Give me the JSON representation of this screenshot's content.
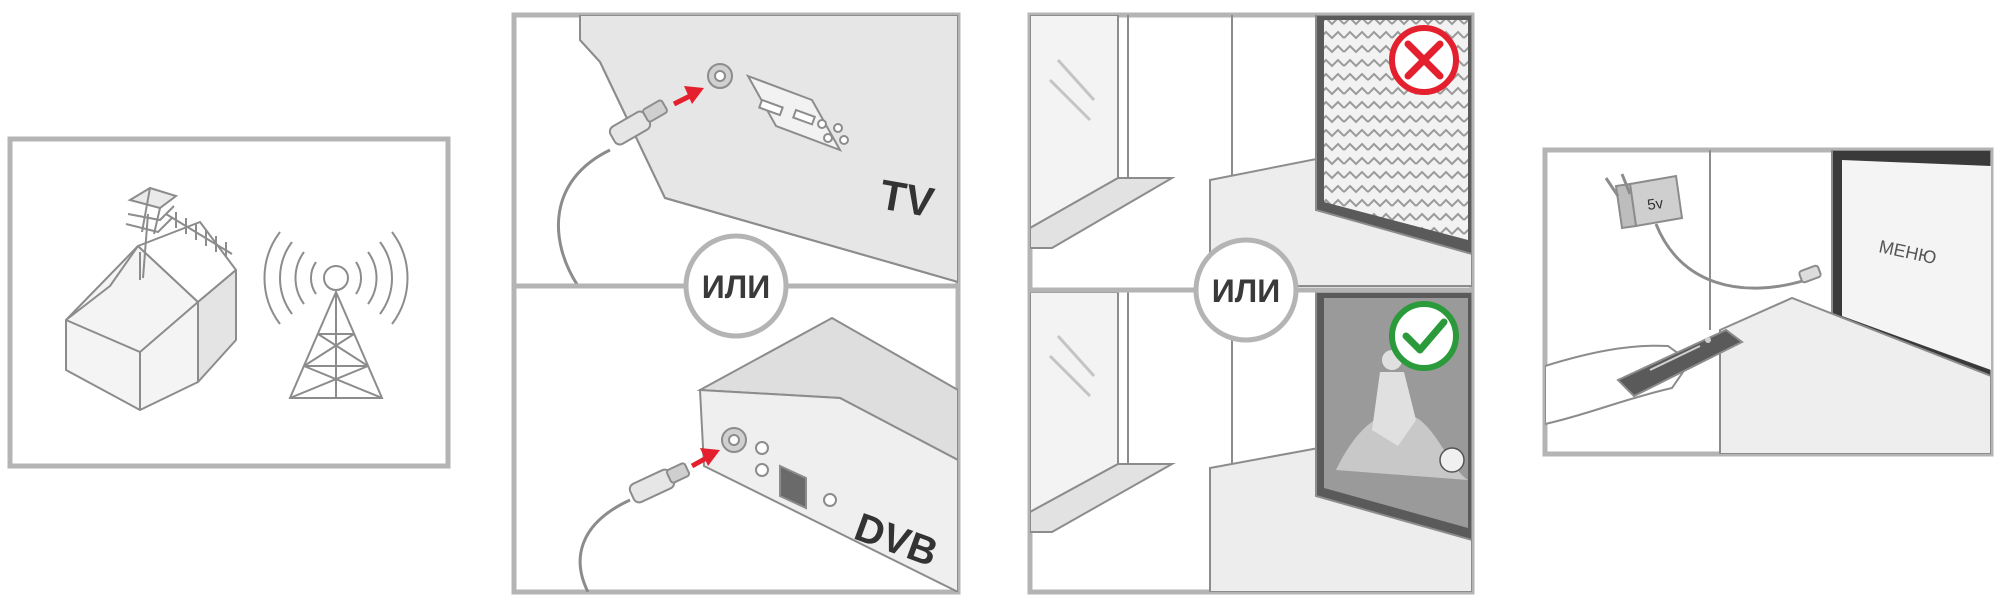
{
  "panels": {
    "antenna": {},
    "connection": {
      "top_label": "TV",
      "bottom_label": "DVB",
      "separator": "ИЛИ"
    },
    "signal": {
      "separator": "ИЛИ"
    },
    "setup": {
      "adapter_label": "5v",
      "screen_label": "МЕНЮ"
    }
  },
  "colors": {
    "frame": "#b4b4b4",
    "line": "#8c8c8c",
    "fill_light": "#e8e8e8",
    "fill_mid": "#d0d0d0",
    "fill_dark": "#7a7a7a",
    "arrow": "#e5202e",
    "bad": "#e5202e",
    "good": "#2a9a3a"
  },
  "icons": {
    "bad_mark": "cross-circle-icon",
    "good_mark": "check-circle-icon",
    "arrow": "arrow-right-icon"
  }
}
